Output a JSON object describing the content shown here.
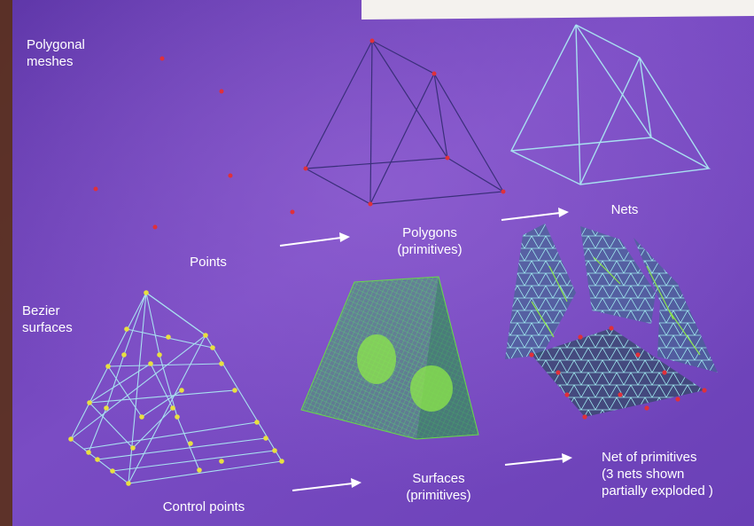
{
  "colors": {
    "background": "#6a3fb8",
    "background_light": "#8a5ad0",
    "page_corner": "#f4f2ee",
    "wireframe_dark": "#3a2f7a",
    "wireframe_light": "#a8e0f0",
    "point_red": "#e0303a",
    "control_point_yellow": "#e8e040",
    "surface_green": "#6ad84a",
    "arrow_white": "#ffffff"
  },
  "rows": {
    "polygonal_meshes": {
      "heading": "Polygonal\nmeshes",
      "stages": [
        {
          "label": "Points"
        },
        {
          "label": "Polygons\n(primitives)"
        },
        {
          "label": "Nets"
        }
      ]
    },
    "bezier_surfaces": {
      "heading": "Bezier\nsurfaces",
      "stages": [
        {
          "label": "Control points"
        },
        {
          "label": "Surfaces\n(primitives)"
        },
        {
          "label": "Net of primitives\n(3 nets shown\npartially exploded )"
        }
      ]
    }
  }
}
